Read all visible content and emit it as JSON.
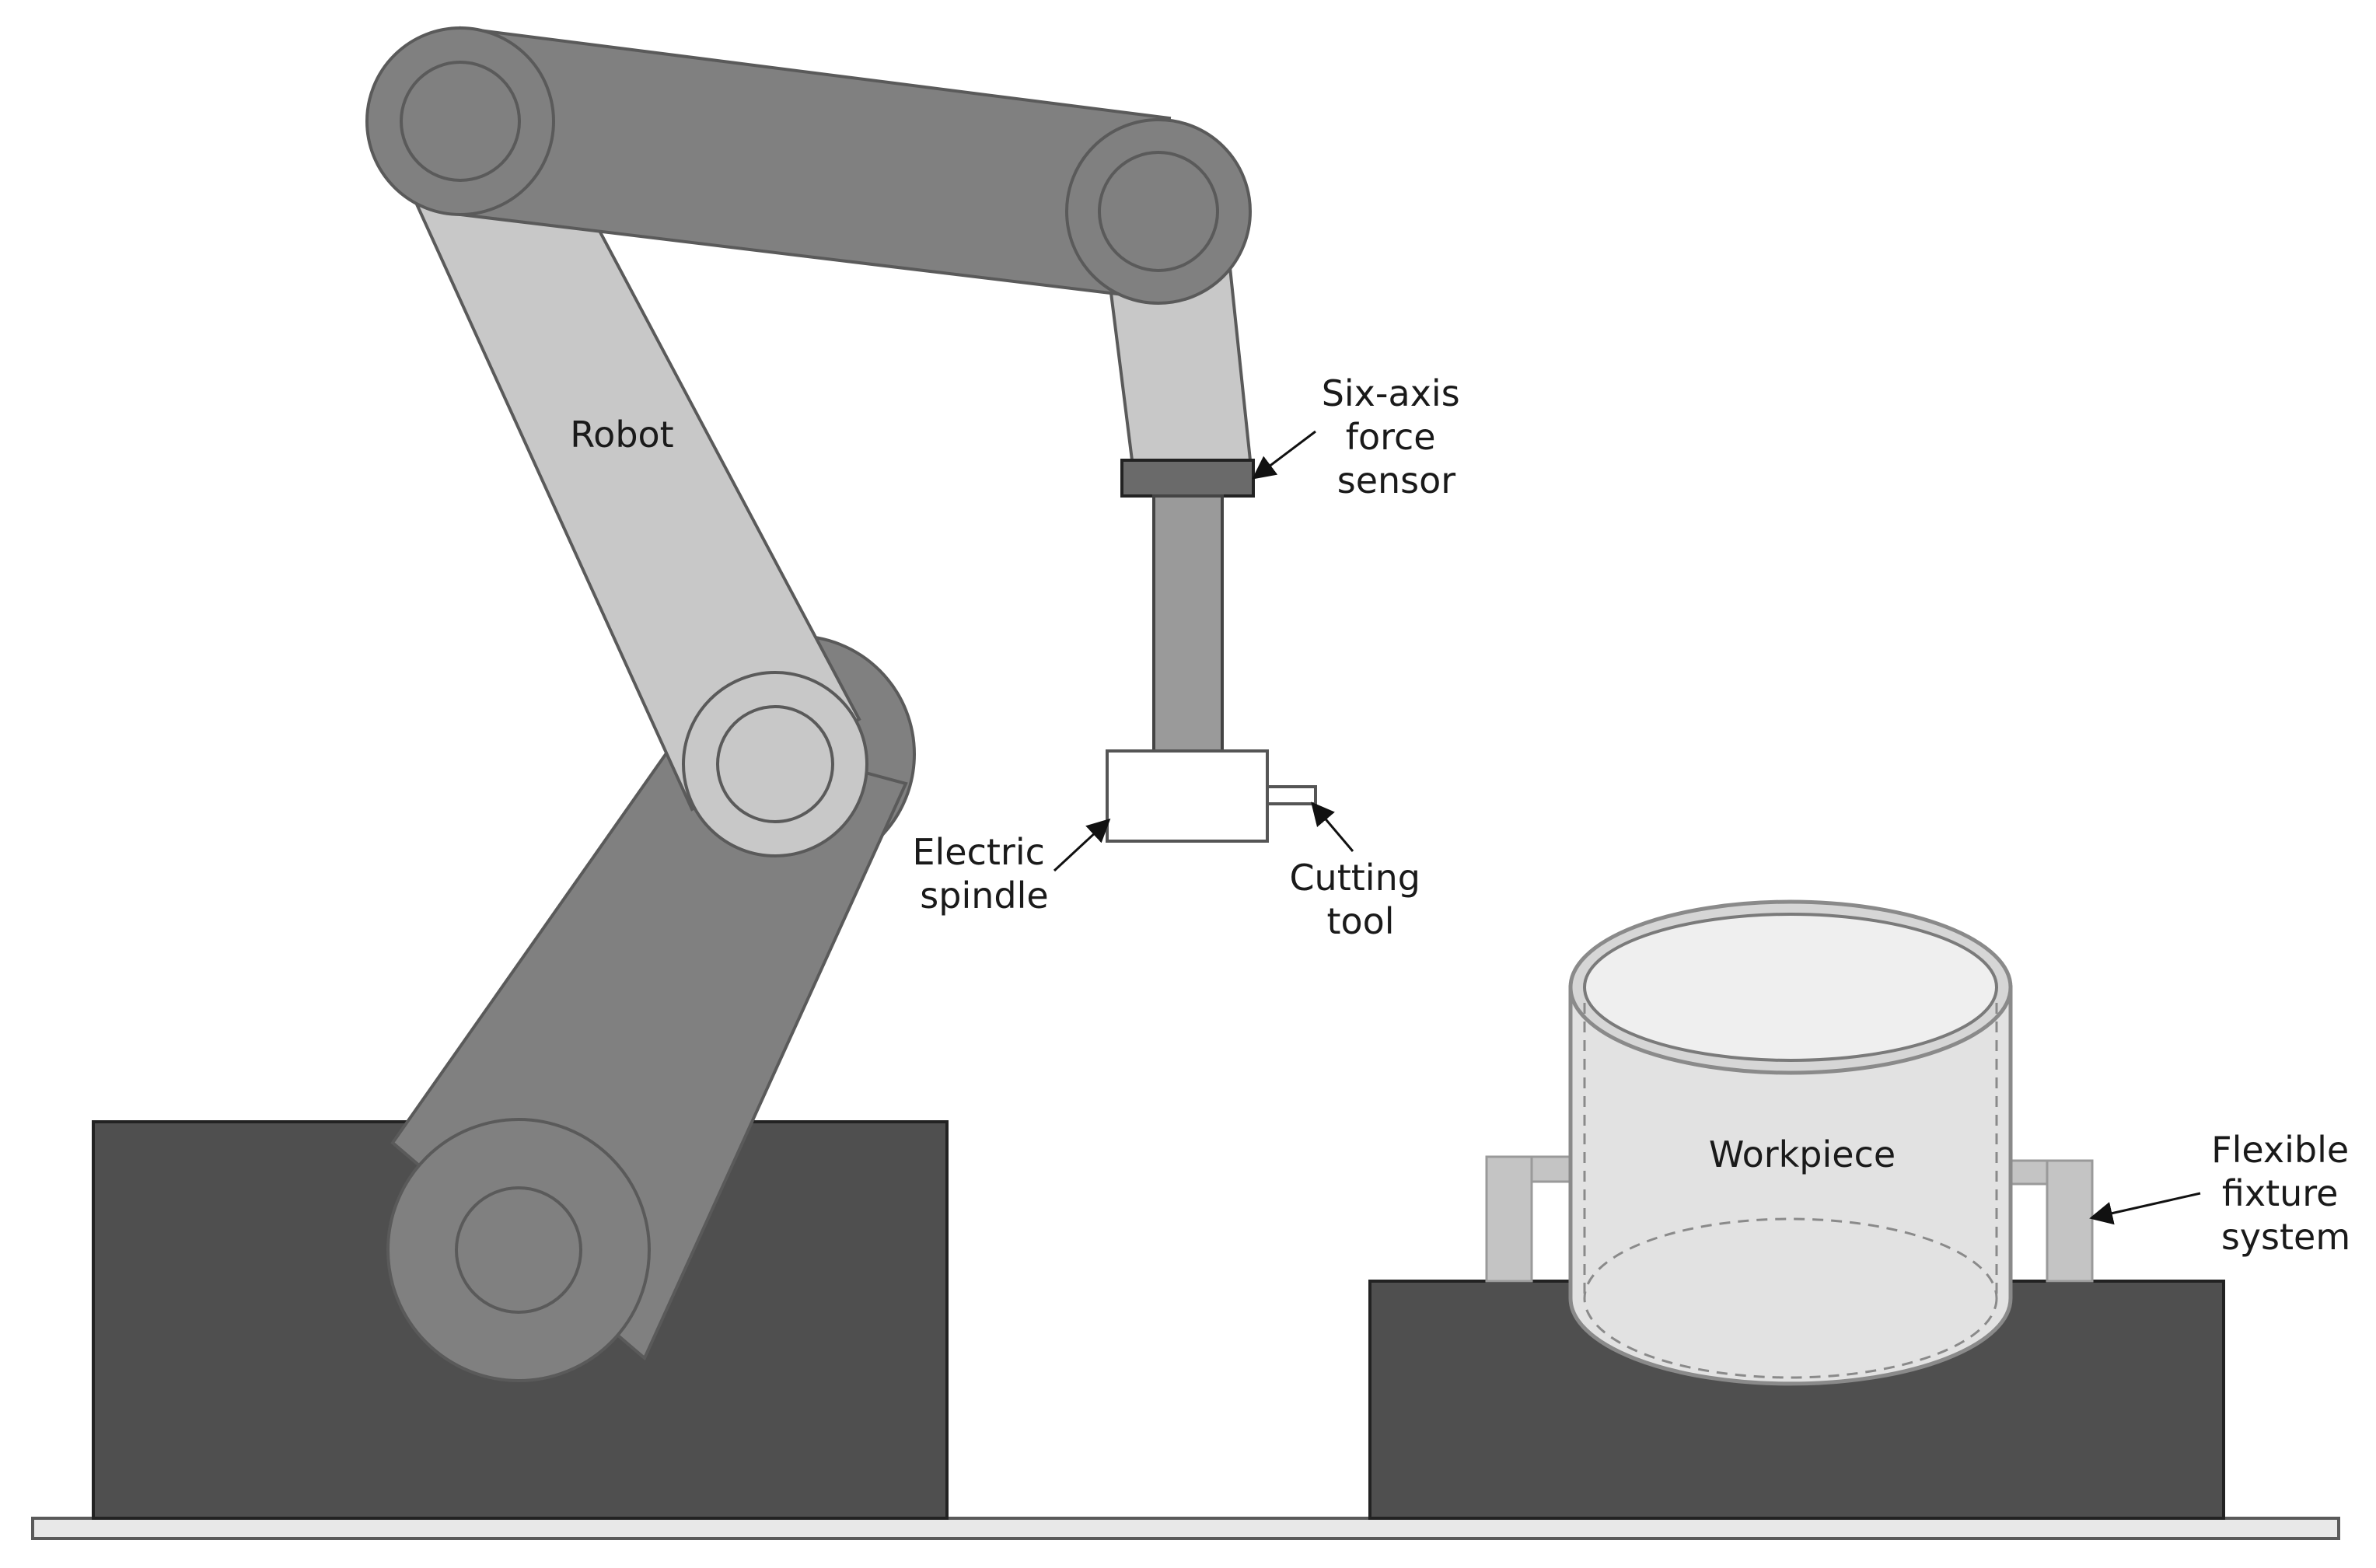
{
  "labels": {
    "robot": "Robot",
    "force_sensor": [
      "Six-axis",
      "force",
      "sensor"
    ],
    "electric_spindle": [
      "Electric",
      "spindle"
    ],
    "cutting_tool": [
      "Cutting",
      "tool"
    ],
    "workpiece": "Workpiece",
    "fixture": [
      "Flexible",
      "fixture",
      "system"
    ]
  },
  "colors": {
    "dark_link": "#808080",
    "light_link": "#c8c8c8",
    "base_block": "#4f4f4f",
    "sensor": "#6a6a6a",
    "spindle_shaft": "#9a9a9a",
    "spindle_body": "#ffffff",
    "workpiece_fill": "#e2e2e2",
    "fixture": "#c4c4c4",
    "floor": "#e8e8e8",
    "outline": "#5a5a5a"
  }
}
